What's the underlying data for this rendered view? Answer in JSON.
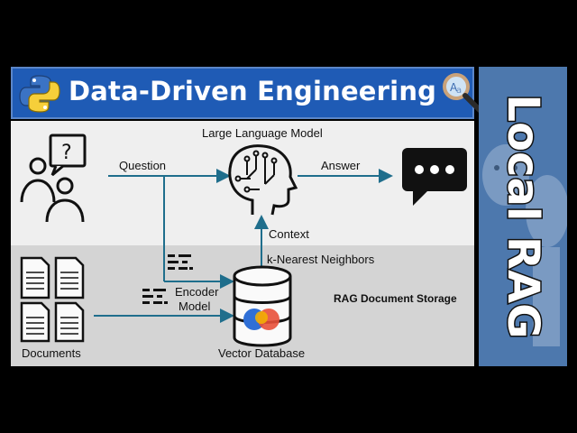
{
  "header": {
    "title": "Data-Driven Engineering"
  },
  "side_panel": {
    "title": "Local RAG"
  },
  "diagram": {
    "llm_label": "Large Language Model",
    "question_label": "Question",
    "answer_label": "Answer",
    "context_label": "Context",
    "knn_label": "k-Nearest Neighbors",
    "encoder_label_1": "Encoder",
    "encoder_label_2": "Model",
    "storage_label": "RAG Document Storage",
    "documents_label": "Documents",
    "vector_db_label": "Vector Database"
  },
  "colors": {
    "header_bg": "#1f5bb5",
    "arrow": "#1f6e8c",
    "side_bg": "#4d78ad",
    "db_red": "#e8503a",
    "db_blue": "#2f6fd6",
    "db_yellow": "#f4b400"
  },
  "icons": [
    "python-logo-icon",
    "magnifier-icon",
    "user-question-icon",
    "brain-circuit-icon",
    "chat-bubble-icon",
    "document-icon",
    "database-icon",
    "embedding-icon"
  ]
}
